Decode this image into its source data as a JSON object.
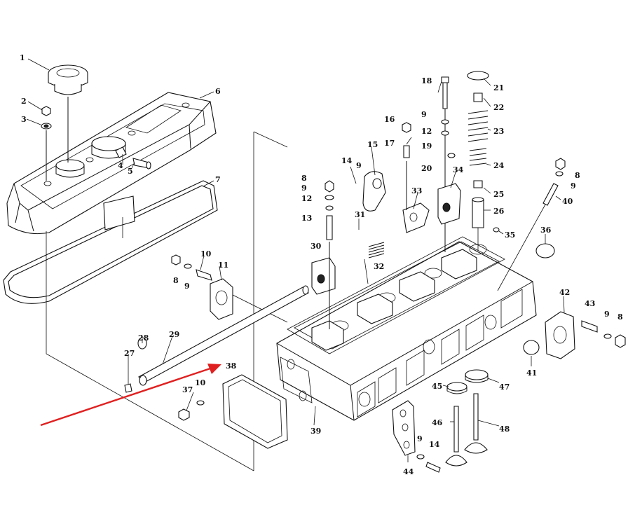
{
  "diagram": {
    "type": "exploded-parts-diagram",
    "callouts": [
      "1",
      "2",
      "3",
      "4",
      "5",
      "6",
      "7",
      "8",
      "9",
      "10",
      "11",
      "12",
      "13",
      "14",
      "15",
      "16",
      "17",
      "18",
      "19",
      "20",
      "21",
      "22",
      "23",
      "24",
      "25",
      "26",
      "27",
      "28",
      "29",
      "30",
      "31",
      "32",
      "33",
      "34",
      "35",
      "36",
      "37",
      "38",
      "39",
      "40",
      "41",
      "42",
      "43",
      "44",
      "45",
      "46",
      "47",
      "48"
    ],
    "pointer_arrow_color": "#e02020",
    "highlighted_callout": "38"
  }
}
